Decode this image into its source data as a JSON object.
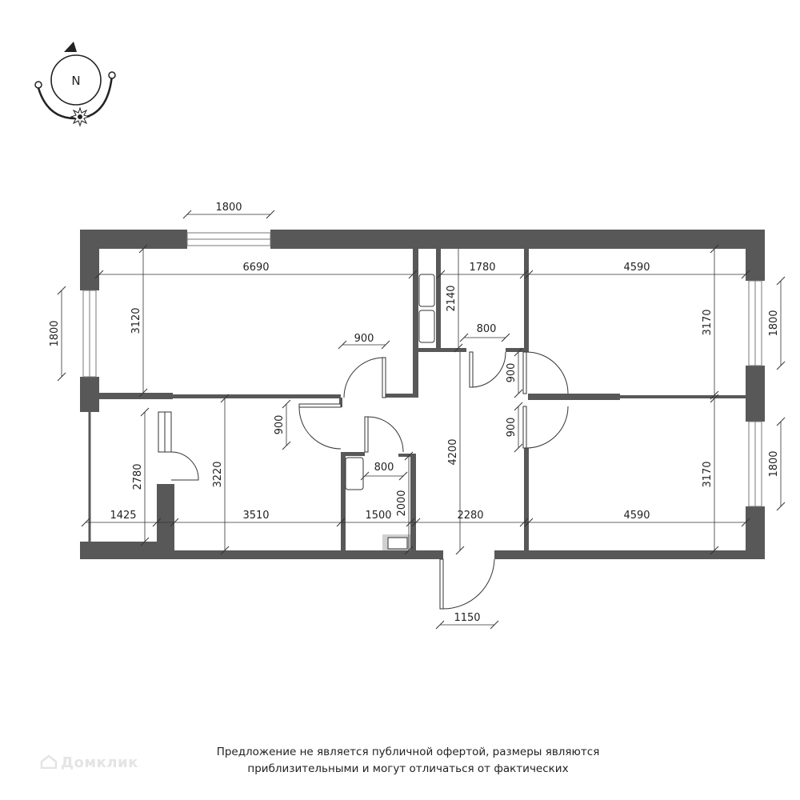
{
  "compass": {
    "label": "N"
  },
  "dimensions": {
    "top_window": "1800",
    "living_width": "6690",
    "living_height": "3120",
    "left_window": "1800",
    "storage_width": "1780",
    "storage_height": "2140",
    "storage_door": "800",
    "bedroom_top_width": "4590",
    "bedroom_top_height": "3170",
    "right_window_top": "1800",
    "right_window_bottom": "1800",
    "living_door": "900",
    "bed_top_door": "900",
    "bed_bottom_door": "900",
    "room_door": "900",
    "corridor_length": "4200",
    "balcony_height": "2780",
    "room_height": "3220",
    "bath_door": "800",
    "bath_height": "2000",
    "balcony_width": "1425",
    "room_width": "3510",
    "bath_width": "1500",
    "hall_width": "2280",
    "bedroom_bottom_width": "4590",
    "bedroom_bottom_height": "3170",
    "entrance_door": "1150"
  },
  "disclaimer": {
    "line1": "Предложение не является публичной офертой, размеры являются",
    "line2": "приблизительными и могут отличаться от фактических"
  },
  "brand": {
    "name": "Домклик"
  }
}
